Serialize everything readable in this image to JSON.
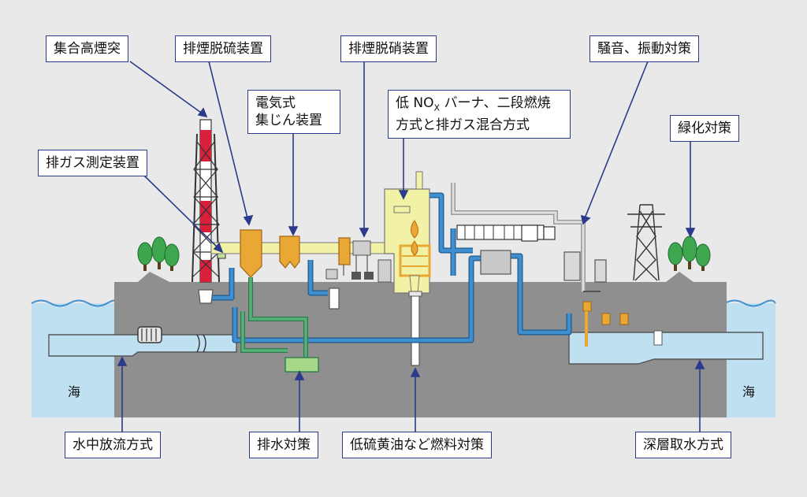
{
  "labels": {
    "stack": "集合高煙突",
    "desulfur": "排煙脱硫装置",
    "denitration": "排煙脱硝装置",
    "noise": "騒音、振動対策",
    "esp_line1": "電気式",
    "esp_line2": "集じん装置",
    "burner_line1_pre": "低 NO",
    "burner_line1_sub": "X",
    "burner_line1_post": " バーナ、二段燃焼",
    "burner_line2": "方式と排ガス混合方式",
    "green": "緑化対策",
    "gas_measure": "排ガス測定装置",
    "underwater": "水中放流方式",
    "wastewater": "排水対策",
    "fuel": "低硫黄油など燃料対策",
    "deep_intake": "深層取水方式"
  },
  "sea": {
    "left": "海",
    "right": "海"
  },
  "colors": {
    "leader": "#2b3a8a",
    "ground": "#8f8f8f",
    "sea": "#bfe0f0",
    "flue_gas": "#f2f2a6",
    "equipment": "#e9a834",
    "water_pipe": "#3f8fd0",
    "drain_pipe": "#55b07a",
    "stack_red": "#d8203a",
    "tree": "#3fa650"
  }
}
